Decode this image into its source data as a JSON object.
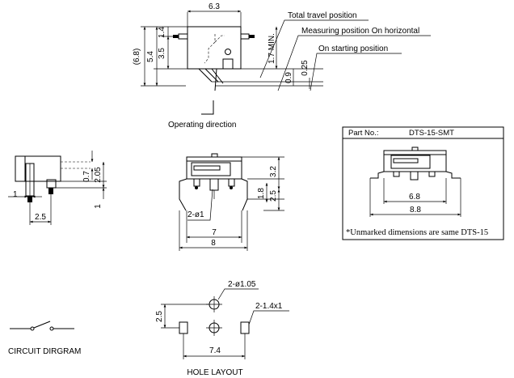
{
  "top_view": {
    "width_label": "6.3",
    "height_label_outer": "(6.8)",
    "dim_5_4": "5.4",
    "dim_3_5": "3.5",
    "dim_1_4": "1.4",
    "dim_1_7_min": "1.7 MIN.",
    "dim_0_9": "0.9",
    "dim_0_25": "0.25",
    "callout_total": "Total travel position",
    "callout_measuring": "Measuring position On horizontal",
    "callout_starting": "On starting position",
    "operating_direction": "Operating direction"
  },
  "side_view": {
    "dim_0_7": "0.7",
    "dim_2_05": "2.05",
    "dim_1_left": "1",
    "dim_1_right": "1",
    "dim_2_5": "2.5"
  },
  "front_view": {
    "dim_3_2": "3.2",
    "dim_1_8": "1.8",
    "dim_2_5": "2.5",
    "hole_note": "2-ø1",
    "dim_7": "7",
    "dim_8": "8"
  },
  "smt_box": {
    "part_no_label": "Part No.:",
    "part_no_value": "DTS-15-SMT",
    "dim_6_8": "6.8",
    "dim_8_8": "8.8",
    "note": "*Unmarked dimensions are same DTS-15"
  },
  "hole_layout": {
    "hole_note": "2-ø1.05",
    "pad_note": "2-1.4x1",
    "dim_2_5": "2.5",
    "dim_7_4": "7.4",
    "title": "HOLE LAYOUT"
  },
  "circuit": {
    "title": "CIRCUIT DIRGRAM"
  }
}
